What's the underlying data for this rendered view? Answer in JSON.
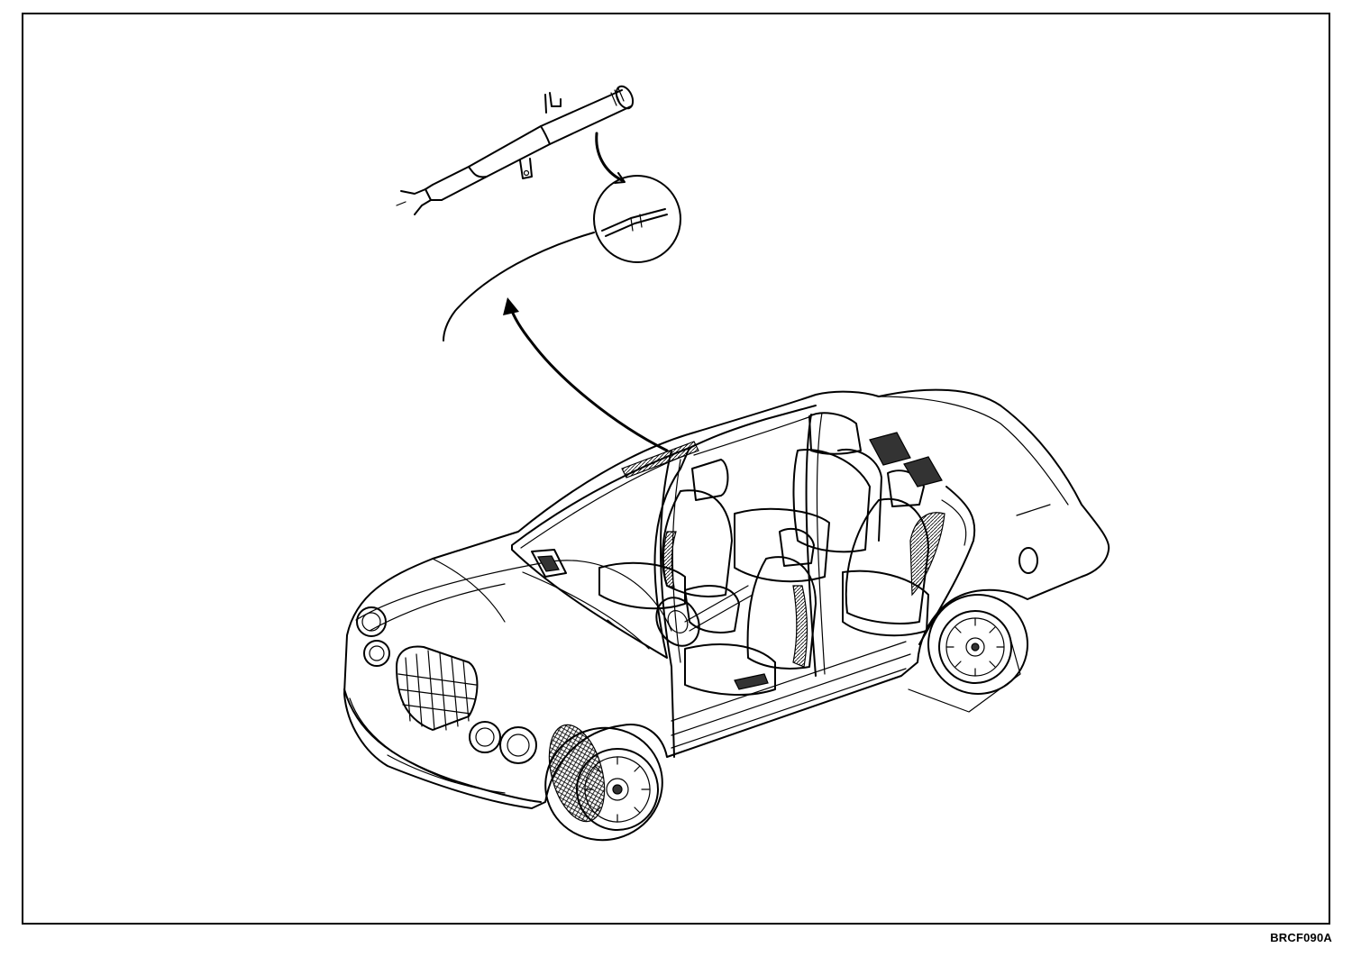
{
  "figure": {
    "code": "BRCF090A"
  },
  "icons": {
    "main": "car-cutaway-diagram",
    "detail": "curtain-airbag-inflator",
    "callout": "magnifier-circle",
    "pointer": "curved-arrow"
  },
  "colors": {
    "ink": "#000000",
    "background": "#ffffff"
  }
}
